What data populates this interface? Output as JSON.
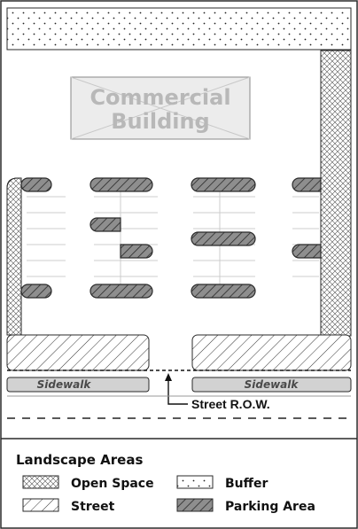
{
  "building": {
    "line1": "Commercial",
    "line2": "Building"
  },
  "sidewalks": {
    "left": "Sidewalk",
    "right": "Sidewalk"
  },
  "street_row_label": "Street R.O.W.",
  "legend": {
    "title": "Landscape Areas",
    "items": [
      {
        "label": "Open Space",
        "pattern": "open-space"
      },
      {
        "label": "Buffer",
        "pattern": "buffer"
      },
      {
        "label": "Street",
        "pattern": "street"
      },
      {
        "label": "Parking Area",
        "pattern": "parking-area"
      }
    ]
  },
  "colors": {
    "outline": "#2a2a2a",
    "building_text": "#b8b8b8",
    "sidewalk_fill": "#d2d2d2",
    "stall_lines": "#cccccc"
  }
}
